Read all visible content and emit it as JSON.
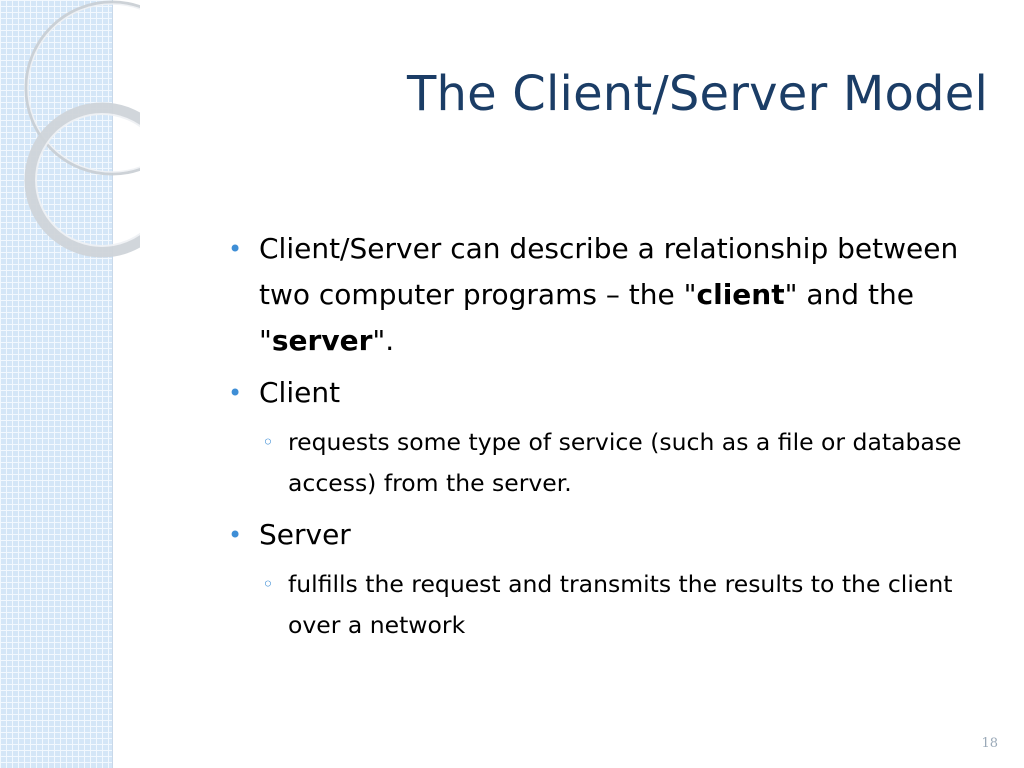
{
  "slide": {
    "title": "The Client/Server Model",
    "page_number": "18",
    "bullets": {
      "b1_text_1": "Client/Server can describe a relationship between two computer programs – the ",
      "b1_quote_client_open": "\"",
      "b1_client": "client",
      "b1_quote_client_close": "\"",
      "b1_text_2": " and the ",
      "b1_quote_server_open": "\"",
      "b1_server": "server",
      "b1_quote_server_close": "\".",
      "b2": "Client",
      "b2_sub": "requests some type of service (such as a file or database access) from the server.",
      "b3": "Server",
      "b3_sub": "fulfills the request and transmits the results to the client over a network"
    },
    "bullet_symbol": "•",
    "sub_bullet_symbol": "◦"
  },
  "colors": {
    "title": "#1b3d66",
    "bullet": "#3e8ed6",
    "sidebar": "#d4e6f7"
  }
}
